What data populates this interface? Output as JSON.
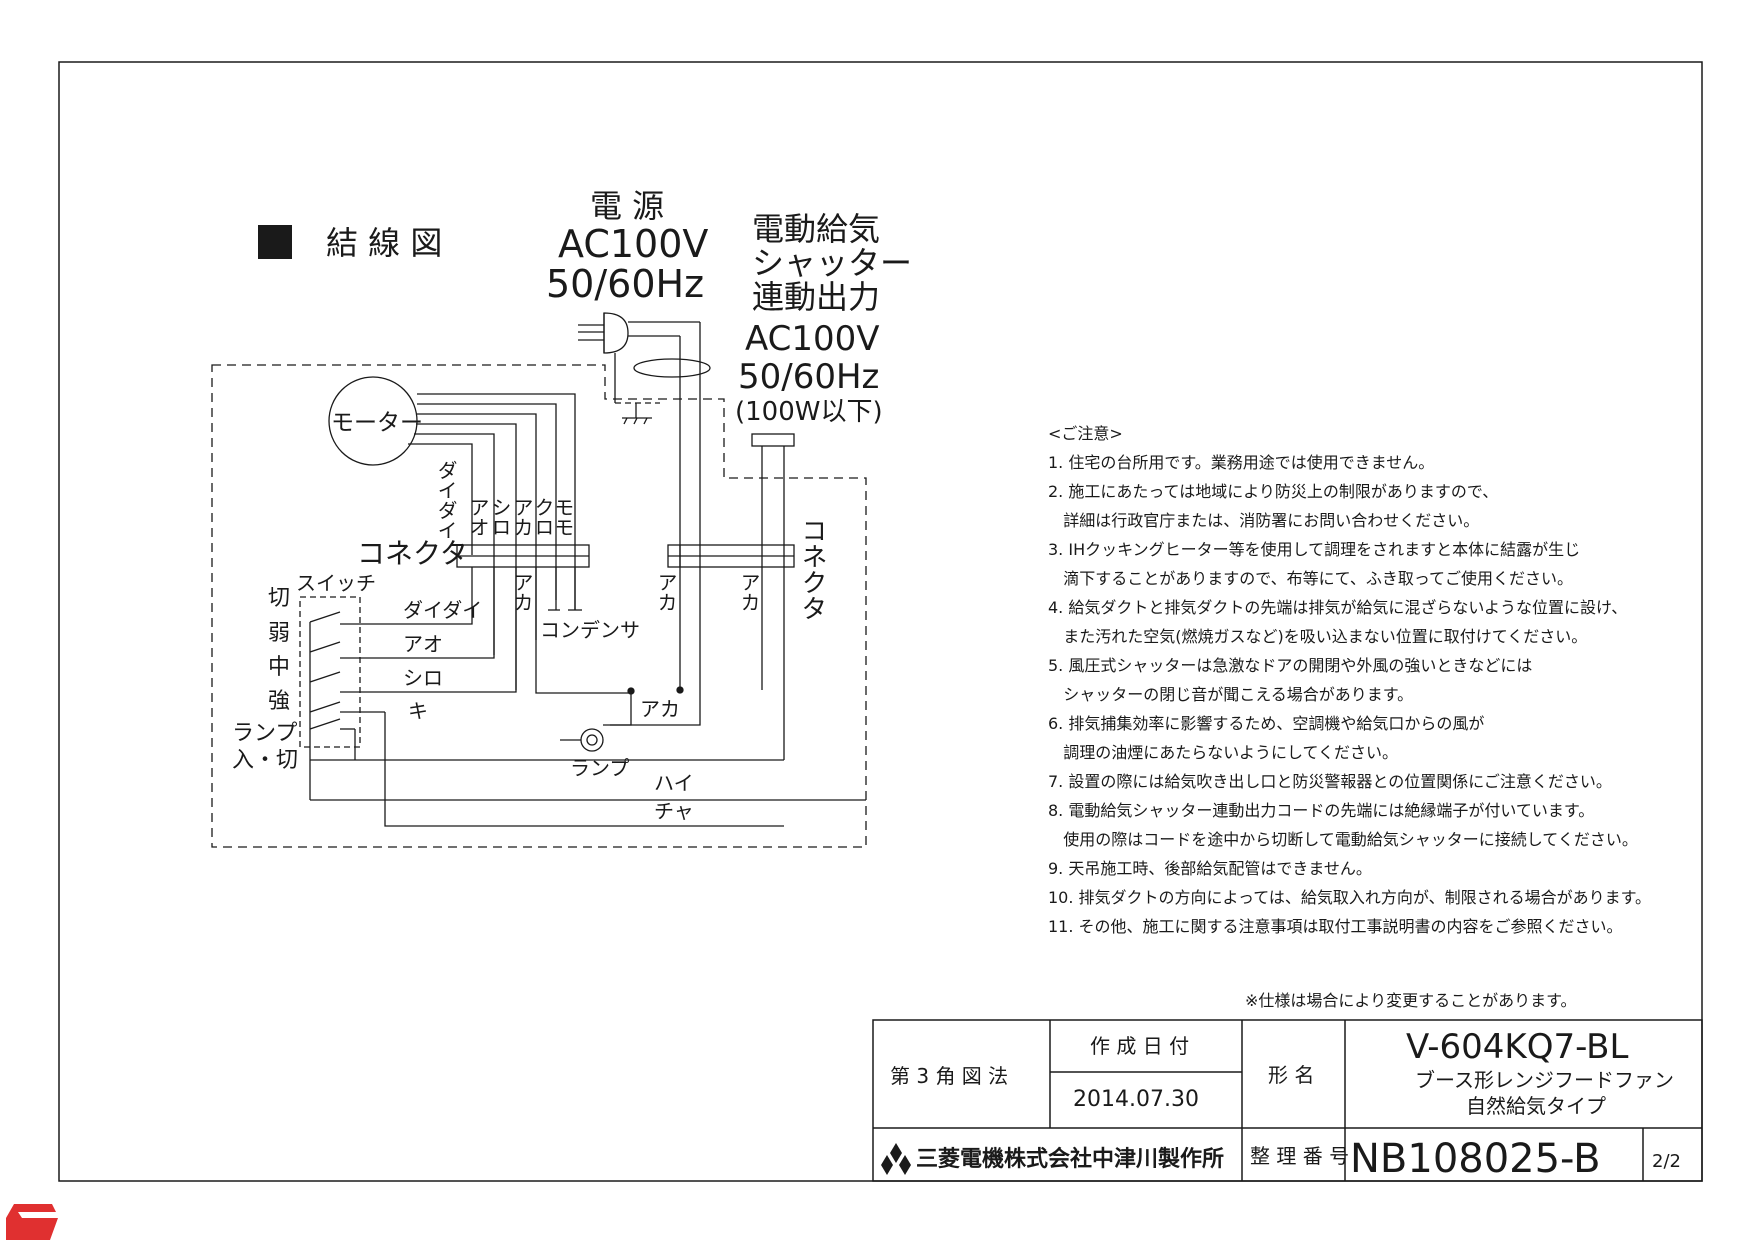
{
  "diagram": {
    "section_title": "結 線 図",
    "power": {
      "title": "電 源",
      "voltage": "AC100V",
      "freq": "50/60Hz"
    },
    "shutter_out": {
      "line1": "電動給気",
      "line2": "シャッター",
      "line3": "連動出力",
      "voltage": "AC100V",
      "freq": "50/60Hz",
      "limit": "(100W以下)"
    },
    "motor": "モーター",
    "connector_left": "コネクタ",
    "connector_right": "コネクタ",
    "switch_label": "スイッチ",
    "switch_positions": [
      "切",
      "弱",
      "中",
      "強",
      "ランプ",
      "入・切"
    ],
    "wire_labels_top": [
      "ダイダイ",
      "アオ",
      "シロ",
      "アカ",
      "クロ",
      "モモ"
    ],
    "wire_left": [
      "ダイダイ",
      "アオ",
      "シロ",
      "キ"
    ],
    "aka_below_connector": "アカ",
    "aka_right_1": "アカ",
    "aka_right_2": "アカ",
    "aka_lamp": "アカ",
    "capacitor": "コンデンサ",
    "lamp": "ランプ",
    "hai": "ハイ",
    "cha": "チャ"
  },
  "notes": {
    "header": "<ご注意>",
    "items": [
      "1. 住宅の台所用です。業務用途では使用できません。",
      "2. 施工にあたっては地域により防災上の制限がありますので、",
      "   詳細は行政官庁または、消防署にお問い合わせください。",
      "3. IHクッキングヒーター等を使用して調理をされますと本体に結露が生じ",
      "   滴下することがありますので、布等にて、ふき取ってご使用ください。",
      "4. 給気ダクトと排気ダクトの先端は排気が給気に混ざらないような位置に設け、",
      "   また汚れた空気(燃焼ガスなど)を吸い込まない位置に取付けてください。",
      "5. 風圧式シャッターは急激なドアの開閉や外風の強いときなどには",
      "   シャッターの閉じ音が聞こえる場合があります。",
      "6. 排気捕集効率に影響するため、空調機や給気口からの風が",
      "   調理の油煙にあたらないようにしてください。",
      "7. 設置の際には給気吹き出し口と防災警報器との位置関係にご注意ください。",
      "8. 電動給気シャッター連動出力コードの先端には絶縁端子が付いています。",
      "   使用の際はコードを途中から切断して電動給気シャッターに接続してください。",
      "9. 天吊施工時、後部給気配管はできません。",
      "10. 排気ダクトの方向によっては、給気取入れ方向が、制限される場合があります。",
      "11. その他、施工に関する注意事項は取付工事説明書の内容をご参照ください。"
    ],
    "spec_note": "※仕様は場合により変更することがあります。"
  },
  "title_block": {
    "projection": "第 3 角 図 法",
    "date_label": "作 成 日 付",
    "date": "2014.07.30",
    "model_label": "形 名",
    "model": "V-604KQ7-BL",
    "product_line1": "ブース形レンジフードファン",
    "product_line2": "自然給気タイプ",
    "company": "三菱電機株式会社中津川製作所",
    "number_label": "整 理 番 号",
    "number": "NB108025-B",
    "page": "2/2"
  },
  "colors": {
    "line": "#1a1a1a",
    "logo": "#e03030"
  }
}
